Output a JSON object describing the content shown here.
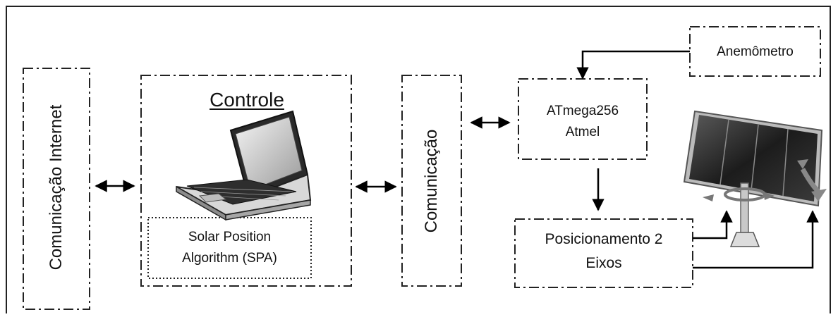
{
  "diagram": {
    "internet_block": "Comunicação Internet",
    "control_block": {
      "title": "Controle",
      "algorithm": "Solar Position Algorithm (SPA)"
    },
    "communication_block": "Comunicação",
    "mcu_block": {
      "line1": "ATmega256",
      "line2": "Atmel"
    },
    "anemometer_block": "Anemômetro",
    "positioning_block": {
      "line1": "Posicionamento 2",
      "line2": "Eixos"
    }
  }
}
